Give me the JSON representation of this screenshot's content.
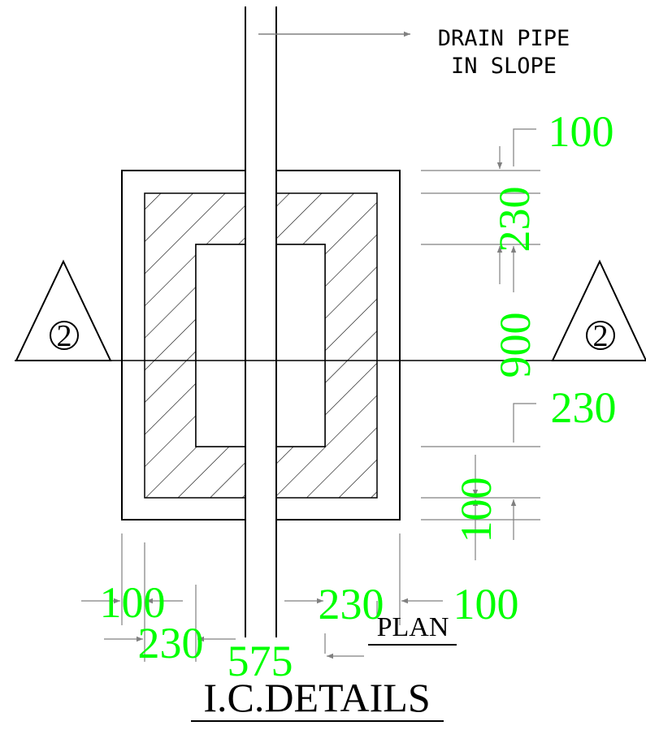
{
  "drawing": {
    "note_line1": "DRAIN PIPE",
    "note_line2": "IN SLOPE",
    "view_label": "PLAN",
    "title": "I.C.DETAILS",
    "section_marker": "2"
  },
  "dimensions": {
    "right_top_100": "100",
    "right_230_upper": "230",
    "right_900": "900",
    "right_230_lower": "230",
    "right_bottom_100": "100",
    "bottom_left_100": "100",
    "bottom_left_230": "230",
    "bottom_575": "575",
    "bottom_right_230": "230",
    "bottom_right_100": "100"
  },
  "colors": {
    "line": "#000000",
    "dim_line": "#808080",
    "dim_text": "#00ff00"
  }
}
